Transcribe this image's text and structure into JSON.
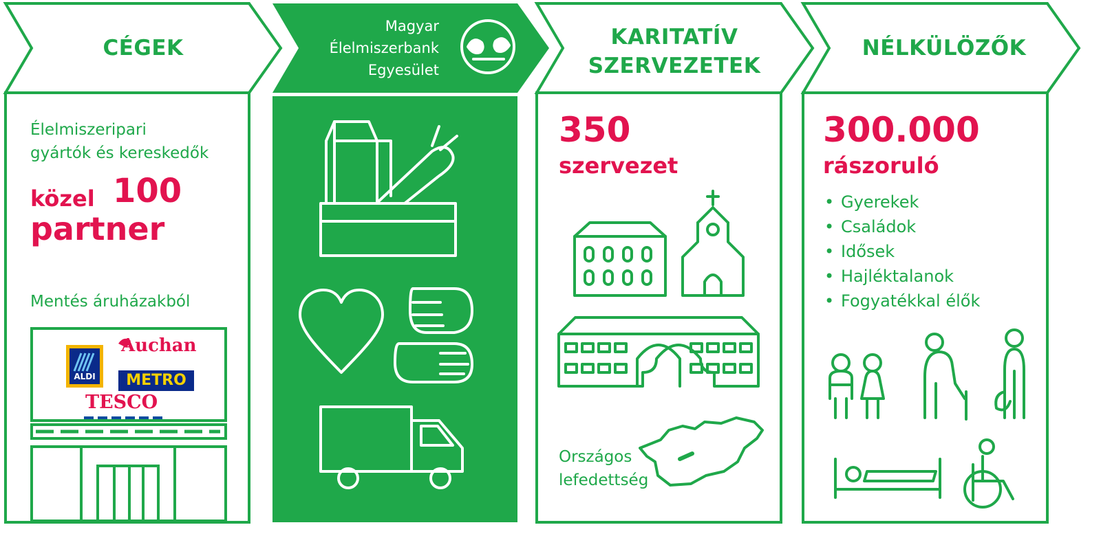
{
  "colors": {
    "green": "#1fa84a",
    "red": "#e2134f",
    "white": "#ffffff"
  },
  "col1": {
    "header": "CÉGEK",
    "intro_line1": "Élelmiszeripari",
    "intro_line2": "gyártók és kereskedők",
    "count_prefix": "közel",
    "count_number": "100",
    "count_suffix": "partner",
    "rescue_label": "Mentés áruházakból",
    "logos": {
      "aldi": "ALDI",
      "auchan": "Auchan",
      "metro": "METRO",
      "tesco": "TESCO"
    }
  },
  "col2": {
    "org_line1": "Magyar",
    "org_line2": "Élelmiszerbank",
    "org_line3": "Egyesület",
    "icons": [
      "food-box-icon",
      "heart-icon",
      "helping-hands-icon",
      "delivery-truck-icon",
      "birds-logo-icon"
    ]
  },
  "col3": {
    "header_line1": "KARITATÍV",
    "header_line2": "SZERVEZETEK",
    "count_number": "350",
    "count_label": "szervezet",
    "coverage_line1": "Országos",
    "coverage_line2": "lefedettség",
    "icons": [
      "building-icon",
      "church-icon",
      "school-icon",
      "hungary-map-icon"
    ]
  },
  "col4": {
    "header": "NÉLKÜLÖZŐK",
    "count_number": "300.000",
    "count_label": "rászoruló",
    "groups": [
      "Gyerekek",
      "Családok",
      "Idősek",
      "Hajléktalanok",
      "Fogyatékkal élők"
    ],
    "icons": [
      "children-icon",
      "elderly-icon",
      "homeless-icon",
      "lying-person-icon",
      "wheelchair-icon"
    ]
  }
}
